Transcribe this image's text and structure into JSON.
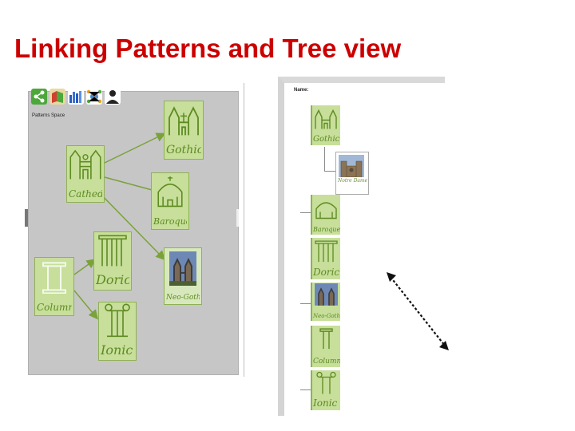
{
  "slide": {
    "title": "Linking Patterns and Tree view"
  },
  "pattern_space": {
    "label": "Patterns Space",
    "toolbar": [
      "share-icon",
      "map-icon",
      "chart-icon",
      "globe-network-icon",
      "user-icon"
    ],
    "cards": [
      {
        "id": "gothic",
        "label": "Gothic",
        "icon": "gothic-church-icon"
      },
      {
        "id": "cathedral",
        "label": "Cathedral",
        "icon": "cathedral-icon"
      },
      {
        "id": "baroque",
        "label": "Baroque",
        "icon": "baroque-dome-icon"
      },
      {
        "id": "doric",
        "label": "Doric",
        "icon": "doric-column-icon"
      },
      {
        "id": "neo-gothic",
        "label": "Neo-Gothic",
        "icon": "neo-gothic-photo"
      },
      {
        "id": "columns",
        "label": "Columns",
        "icon": "column-icon"
      },
      {
        "id": "ionic",
        "label": "Ionic",
        "icon": "ionic-column-icon"
      }
    ]
  },
  "tree_view": {
    "header": "Name:",
    "nodes": [
      {
        "label": "Gothic",
        "icon": "gothic-church-icon"
      },
      {
        "label": "Baroque",
        "icon": "baroque-dome-icon"
      },
      {
        "label": "Doric",
        "icon": "doric-column-icon"
      },
      {
        "label": "Neo-Gothic",
        "icon": "neo-gothic-photo"
      },
      {
        "label": "Columns",
        "icon": "column-icon"
      },
      {
        "label": "Ionic",
        "icon": "ionic-column-icon"
      }
    ],
    "child": {
      "label": "Notre Dame",
      "icon": "notre-dame-photo"
    }
  },
  "colors": {
    "title": "#cc0000",
    "card_fill": "#c7df9a",
    "sketch_ink": "#5e8a22",
    "link_line": "#7aa23a"
  }
}
